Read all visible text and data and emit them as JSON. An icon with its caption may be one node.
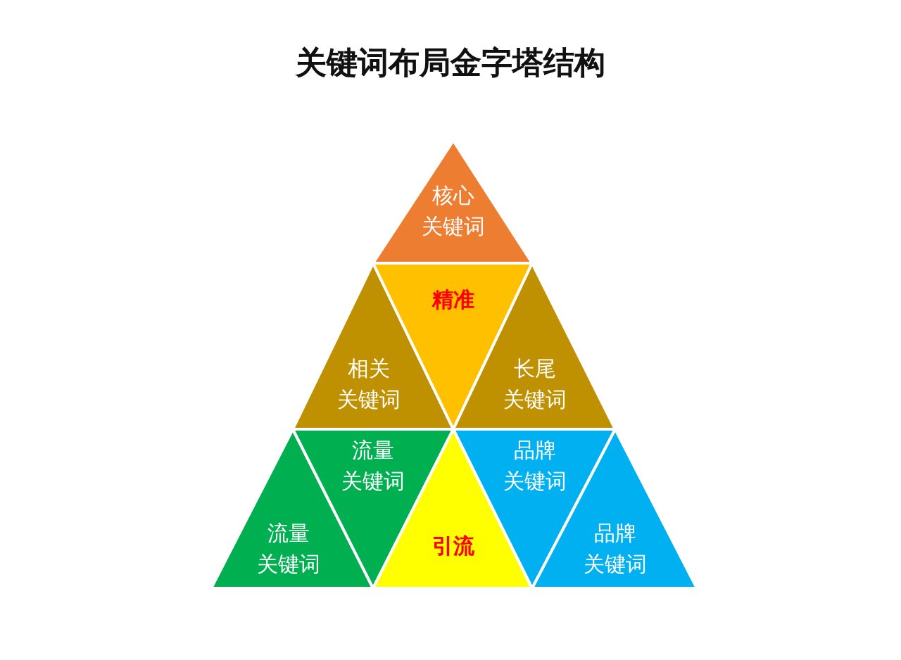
{
  "diagram": {
    "title": "关键词布局金字塔结构",
    "nodes": [
      {
        "text": [
          "核心",
          "关键词"
        ]
      },
      {
        "text": [
          "相关",
          "关键词"
        ]
      },
      {
        "text": [
          "精准"
        ]
      },
      {
        "text": [
          "长尾",
          "关键词"
        ]
      },
      {
        "text": [
          "流量",
          "关键词"
        ]
      },
      {
        "text": [
          "流量",
          "关键词"
        ]
      },
      {
        "text": [
          "引流"
        ]
      },
      {
        "text": [
          "品牌",
          "关键词"
        ]
      },
      {
        "text": [
          "品牌",
          "关键词"
        ]
      }
    ]
  }
}
